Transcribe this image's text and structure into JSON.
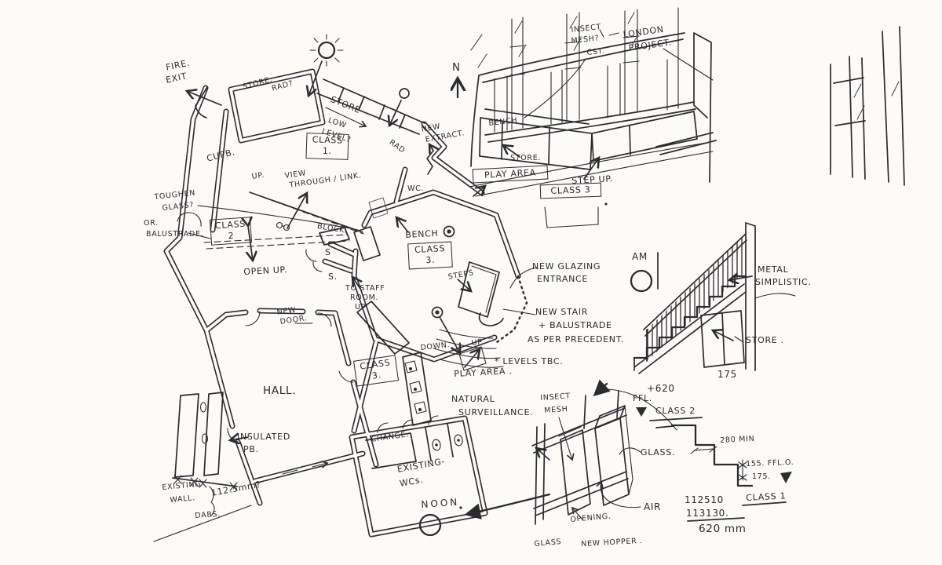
{
  "colors": {
    "ink": "#2a2a2e",
    "paper": "#fcfbf8"
  },
  "labels": {
    "fire1": "FIRE.",
    "fire2": "EXIT",
    "store_nw": "STORE.",
    "rad_q": "RAD?",
    "store_band": "STORE",
    "low1": "LOW",
    "low2": "LEVEL?",
    "cupb": "CUPB.",
    "up_nw": "UP.",
    "view1": "VIEW",
    "view2": "THROUGH / LINK.",
    "north": "N",
    "extract1": "NEW",
    "extract2": "EXTRACT.",
    "rad_band": "RAD",
    "insect_t1": "INSECT",
    "insect_t2": "MESH?",
    "insect_t3": "CST.",
    "london1": "LONDON",
    "london2": "PROJECT.",
    "bench_persp": "BENCH",
    "store_persp": "STORE.",
    "stepup": "STEP UP.",
    "toughen1": "TOUGHEN",
    "toughen2": "GLASS?",
    "or": "OR.",
    "balustrade": "BALUSTRADE.",
    "openup": "OPEN UP.",
    "block": "BLOCK.",
    "s1": "S",
    "s2": "S.",
    "wc": "WC.",
    "bench_oct": "BENCH",
    "steps": "STEPS",
    "staff1": "TO STAFF",
    "staff2": "ROOM.",
    "staff3": "UP",
    "newdoor1": "NEW",
    "newdoor2": "DOOR.",
    "hall": "HALL.",
    "down": "DOWN.",
    "up_se": "UP.",
    "glaz1": "NEW GLAZING",
    "glaz2": "ENTRANCE",
    "stair1": "NEW STAIR",
    "stair2": "+ BALUSTRADE",
    "stair3": "AS PER PRECEDENT.",
    "levels": "* LEVELS TBC.",
    "am": "AM",
    "metal1": "METAL",
    "metal2": "SIMPLISTIC.",
    "store_stair": "STORE .",
    "d175": "175",
    "playarea_txt": "PLAY AREA .",
    "nat1": "NATURAL",
    "nat2": "SURVEILLANCE.",
    "change": "CHANGE.",
    "wcs1": "EXISTING-",
    "wcs2": "WCs.",
    "noon": "NOON",
    "insul1": "INSULATED",
    "insul2": "PB.",
    "exwall1": "EXISTING",
    "exwall2": "WALL.",
    "dim112": "112.5mm?",
    "dabs": "DABS.",
    "insect_b1": "INSECT",
    "insect_b2": "MESH",
    "ffl": "FFL.",
    "plus620": "+620",
    "class2_lvl": "CLASS 2",
    "glass_d": "GLASS.",
    "air": "AIR",
    "opening": "OPENING.",
    "glass_cut": "GLASS",
    "hopper_cut": "NEW HOPPER .",
    "min280": "280 MIN",
    "ffl155": "155. FFL.O.",
    "d175b": "175.",
    "class1_lvl": "CLASS 1",
    "n112510": "112510",
    "n113130": "113130.",
    "mm620": "620 mm"
  },
  "boxes": {
    "class1": [
      "CLASS",
      "1."
    ],
    "class2": [
      "CLASS",
      "2"
    ],
    "class3_mid": [
      "CLASS",
      "3."
    ],
    "class3_low": [
      "CLASS",
      "3."
    ],
    "class3_tr": [
      "CLASS 3"
    ],
    "play": [
      "PLAY AREA"
    ]
  }
}
